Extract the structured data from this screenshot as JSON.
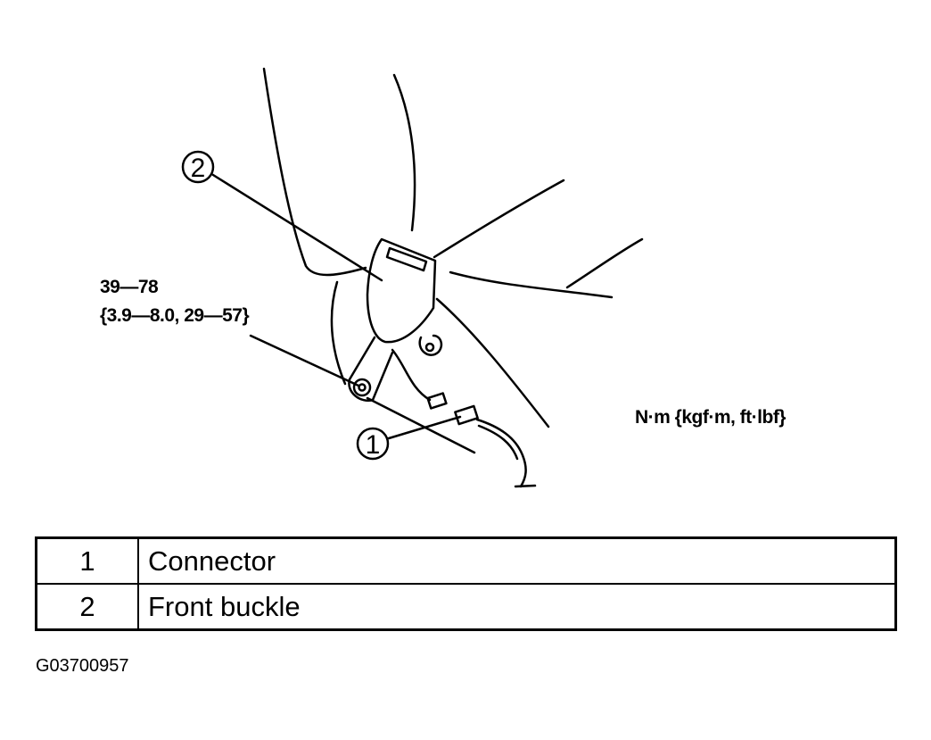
{
  "diagram": {
    "callouts": [
      {
        "number": "1"
      },
      {
        "number": "2"
      }
    ],
    "torque_spec": {
      "line1": "39—78",
      "line2": "{3.9—8.0, 29—57}"
    },
    "unit_label": "N·m {kgf·m, ft·lbf}"
  },
  "legend": {
    "rows": [
      {
        "number": "1",
        "name": "Connector"
      },
      {
        "number": "2",
        "name": "Front buckle"
      }
    ]
  },
  "figure_id": "G03700957"
}
